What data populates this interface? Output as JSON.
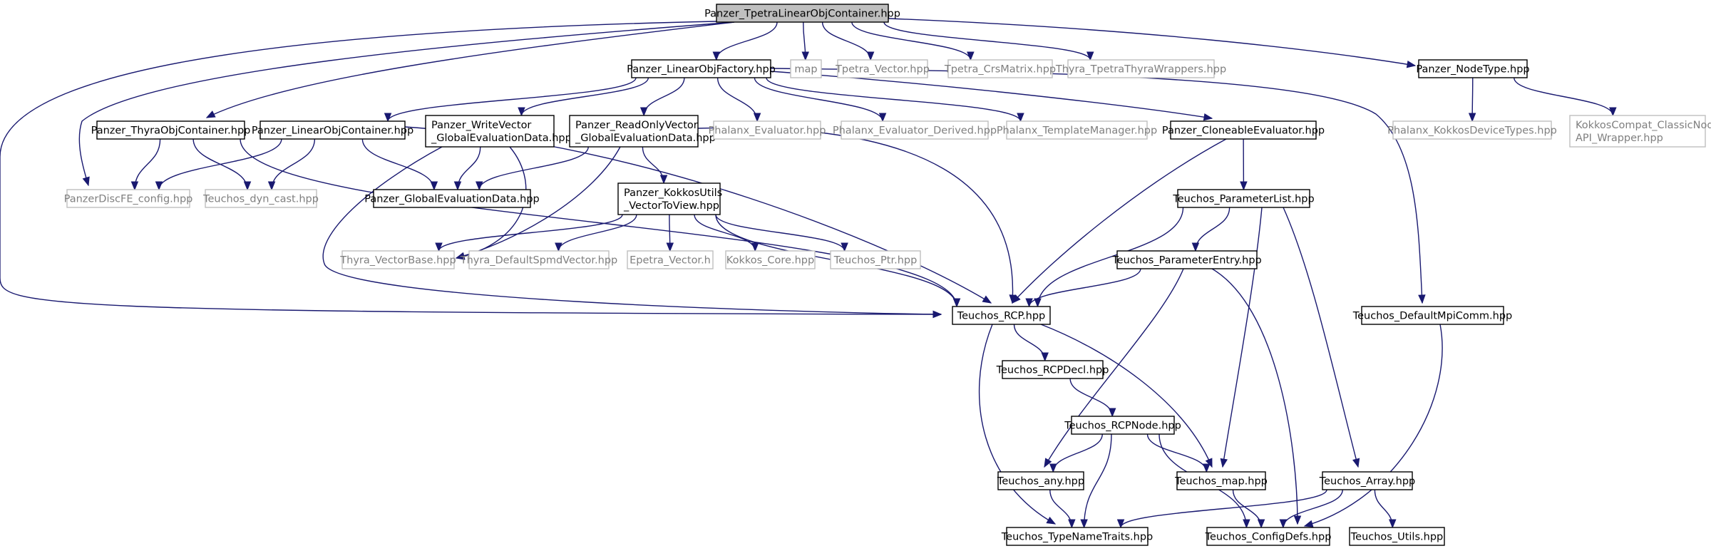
{
  "diagram": {
    "nodes": [
      {
        "id": "root",
        "lines": [
          "Panzer_TpetraLinearObjContainer.hpp"
        ],
        "style": "root"
      },
      {
        "id": "factory",
        "lines": [
          "Panzer_LinearObjFactory.hpp"
        ],
        "style": "solid"
      },
      {
        "id": "map",
        "lines": [
          "map"
        ],
        "style": "faint"
      },
      {
        "id": "tvec",
        "lines": [
          "Tpetra_Vector.hpp"
        ],
        "style": "faint"
      },
      {
        "id": "tcrs",
        "lines": [
          "Tpetra_CrsMatrix.hpp"
        ],
        "style": "faint"
      },
      {
        "id": "thyrawrap",
        "lines": [
          "Thyra_TpetraThyraWrappers.hpp"
        ],
        "style": "faint"
      },
      {
        "id": "nodetype",
        "lines": [
          "Panzer_NodeType.hpp"
        ],
        "style": "solid"
      },
      {
        "id": "thyraobj",
        "lines": [
          "Panzer_ThyraObjContainer.hpp"
        ],
        "style": "solid"
      },
      {
        "id": "linobj",
        "lines": [
          "Panzer_LinearObjContainer.hpp"
        ],
        "style": "solid"
      },
      {
        "id": "writevec",
        "lines": [
          "Panzer_WriteVector",
          "_GlobalEvaluationData.hpp"
        ],
        "style": "solid"
      },
      {
        "id": "readvec",
        "lines": [
          "Panzer_ReadOnlyVector",
          "_GlobalEvaluationData.hpp"
        ],
        "style": "solid"
      },
      {
        "id": "phxeval",
        "lines": [
          "Phalanx_Evaluator.hpp"
        ],
        "style": "faint"
      },
      {
        "id": "phxevalder",
        "lines": [
          "Phalanx_Evaluator_Derived.hpp"
        ],
        "style": "faint"
      },
      {
        "id": "phxtm",
        "lines": [
          "Phalanx_TemplateManager.hpp"
        ],
        "style": "faint"
      },
      {
        "id": "cloneable",
        "lines": [
          "Panzer_CloneableEvaluator.hpp"
        ],
        "style": "solid"
      },
      {
        "id": "phxkdt",
        "lines": [
          "Phalanx_KokkosDeviceTypes.hpp"
        ],
        "style": "faint"
      },
      {
        "id": "kokkoscompat",
        "lines": [
          "KokkosCompat_ClassicNode",
          "API_Wrapper.hpp"
        ],
        "style": "faint"
      },
      {
        "id": "discfe",
        "lines": [
          "PanzerDiscFE_config.hpp"
        ],
        "style": "faint"
      },
      {
        "id": "dyncast",
        "lines": [
          "Teuchos_dyn_cast.hpp"
        ],
        "style": "faint"
      },
      {
        "id": "globaleval",
        "lines": [
          "Panzer_GlobalEvaluationData.hpp"
        ],
        "style": "solid"
      },
      {
        "id": "kokkosutils",
        "lines": [
          "Panzer_KokkosUtils",
          "_VectorToView.hpp"
        ],
        "style": "solid"
      },
      {
        "id": "paramlist",
        "lines": [
          "Teuchos_ParameterList.hpp"
        ],
        "style": "solid"
      },
      {
        "id": "thyravb",
        "lines": [
          "Thyra_VectorBase.hpp"
        ],
        "style": "faint"
      },
      {
        "id": "thyrasmpd",
        "lines": [
          "Thyra_DefaultSpmdVector.hpp"
        ],
        "style": "faint"
      },
      {
        "id": "epetravec",
        "lines": [
          "Epetra_Vector.h"
        ],
        "style": "faint"
      },
      {
        "id": "kokkoscore",
        "lines": [
          "Kokkos_Core.hpp"
        ],
        "style": "faint"
      },
      {
        "id": "teuchosptr",
        "lines": [
          "Teuchos_Ptr.hpp"
        ],
        "style": "faint"
      },
      {
        "id": "paramentry",
        "lines": [
          "Teuchos_ParameterEntry.hpp"
        ],
        "style": "solid"
      },
      {
        "id": "rcp",
        "lines": [
          "Teuchos_RCP.hpp"
        ],
        "style": "solid"
      },
      {
        "id": "mpicomm",
        "lines": [
          "Teuchos_DefaultMpiComm.hpp"
        ],
        "style": "solid"
      },
      {
        "id": "rcpdecl",
        "lines": [
          "Teuchos_RCPDecl.hpp"
        ],
        "style": "solid"
      },
      {
        "id": "rcpnode",
        "lines": [
          "Teuchos_RCPNode.hpp"
        ],
        "style": "solid"
      },
      {
        "id": "any",
        "lines": [
          "Teuchos_any.hpp"
        ],
        "style": "solid"
      },
      {
        "id": "tmap",
        "lines": [
          "Teuchos_map.hpp"
        ],
        "style": "solid"
      },
      {
        "id": "array",
        "lines": [
          "Teuchos_Array.hpp"
        ],
        "style": "solid"
      },
      {
        "id": "typename",
        "lines": [
          "Teuchos_TypeNameTraits.hpp"
        ],
        "style": "solid"
      },
      {
        "id": "configdefs",
        "lines": [
          "Teuchos_ConfigDefs.hpp"
        ],
        "style": "solid"
      },
      {
        "id": "utils",
        "lines": [
          "Teuchos_Utils.hpp"
        ],
        "style": "solid"
      }
    ],
    "edges": [
      [
        "root",
        "factory"
      ],
      [
        "root",
        "map"
      ],
      [
        "root",
        "tvec"
      ],
      [
        "root",
        "tcrs"
      ],
      [
        "root",
        "thyrawrap"
      ],
      [
        "root",
        "nodetype"
      ],
      [
        "root",
        "thyraobj"
      ],
      [
        "root",
        "discfe"
      ],
      [
        "root",
        "rcp"
      ],
      [
        "factory",
        "linobj"
      ],
      [
        "factory",
        "writevec"
      ],
      [
        "factory",
        "readvec"
      ],
      [
        "factory",
        "phxeval"
      ],
      [
        "factory",
        "phxevalder"
      ],
      [
        "factory",
        "phxtm"
      ],
      [
        "factory",
        "cloneable"
      ],
      [
        "factory",
        "mpicomm"
      ],
      [
        "nodetype",
        "phxkdt"
      ],
      [
        "nodetype",
        "kokkoscompat"
      ],
      [
        "thyraobj",
        "discfe"
      ],
      [
        "thyraobj",
        "dyncast"
      ],
      [
        "thyraobj",
        "rcp"
      ],
      [
        "linobj",
        "discfe"
      ],
      [
        "linobj",
        "dyncast"
      ],
      [
        "linobj",
        "globaleval"
      ],
      [
        "linobj",
        "rcp"
      ],
      [
        "writevec",
        "globaleval"
      ],
      [
        "writevec",
        "thyravb"
      ],
      [
        "writevec",
        "rcp"
      ],
      [
        "readvec",
        "globaleval"
      ],
      [
        "readvec",
        "kokkosutils"
      ],
      [
        "readvec",
        "thyravb"
      ],
      [
        "readvec",
        "rcp"
      ],
      [
        "cloneable",
        "paramlist"
      ],
      [
        "cloneable",
        "rcp"
      ],
      [
        "kokkosutils",
        "thyravb"
      ],
      [
        "kokkosutils",
        "thyrasmpd"
      ],
      [
        "kokkosutils",
        "epetravec"
      ],
      [
        "kokkosutils",
        "kokkoscore"
      ],
      [
        "kokkosutils",
        "teuchosptr"
      ],
      [
        "kokkosutils",
        "rcp"
      ],
      [
        "paramlist",
        "paramentry"
      ],
      [
        "paramlist",
        "rcp"
      ],
      [
        "paramlist",
        "tmap"
      ],
      [
        "paramlist",
        "array"
      ],
      [
        "paramentry",
        "rcp"
      ],
      [
        "paramentry",
        "any"
      ],
      [
        "paramentry",
        "configdefs"
      ],
      [
        "rcp",
        "rcpdecl"
      ],
      [
        "rcp",
        "tmap"
      ],
      [
        "rcp",
        "typename"
      ],
      [
        "rcpdecl",
        "rcpnode"
      ],
      [
        "rcpnode",
        "any"
      ],
      [
        "rcpnode",
        "tmap"
      ],
      [
        "rcpnode",
        "typename"
      ],
      [
        "rcpnode",
        "configdefs"
      ],
      [
        "any",
        "typename"
      ],
      [
        "tmap",
        "configdefs"
      ],
      [
        "array",
        "typename"
      ],
      [
        "array",
        "configdefs"
      ],
      [
        "array",
        "utils"
      ],
      [
        "mpicomm",
        "configdefs"
      ]
    ]
  }
}
